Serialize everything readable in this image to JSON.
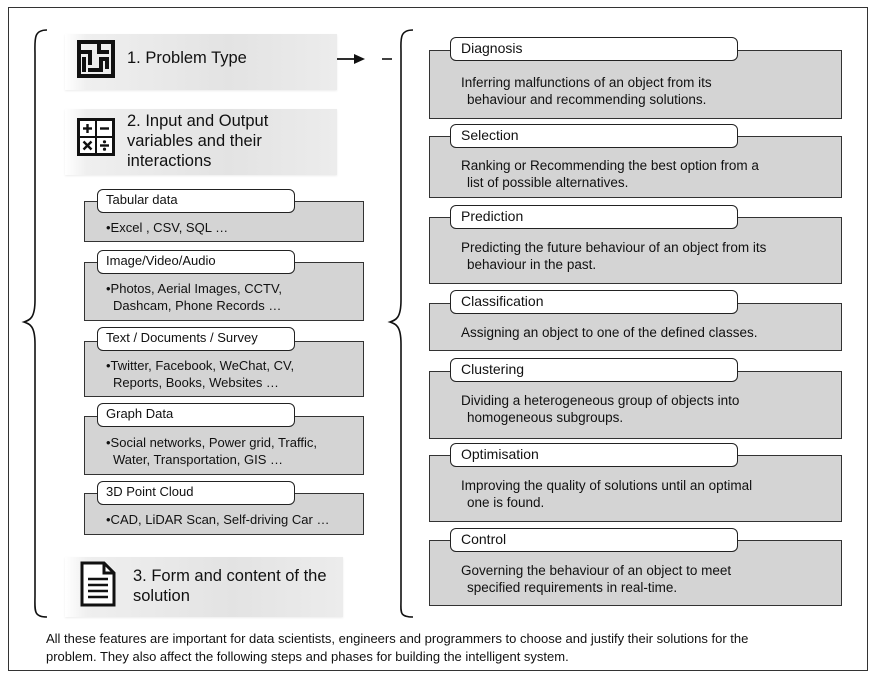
{
  "headers": {
    "problem_type": "1. Problem Type",
    "io_line1": "2. Input and Output",
    "io_line2": "variables and their",
    "io_line3": "interactions",
    "form_line1": "3. Form and content of the",
    "form_line2": "solution"
  },
  "inputs": [
    {
      "label": "Tabular data",
      "lines": [
        "•Excel , CSV, SQL …"
      ]
    },
    {
      "label": "Image/Video/Audio",
      "lines": [
        "•Photos, Aerial Images, CCTV,",
        "Dashcam, Phone Records …"
      ]
    },
    {
      "label": "Text / Documents / Survey",
      "lines": [
        "•Twitter, Facebook, WeChat, CV,",
        "Reports, Books, Websites …"
      ]
    },
    {
      "label": "Graph Data",
      "lines": [
        "•Social networks, Power grid, Traffic,",
        "Water, Transportation, GIS …"
      ]
    },
    {
      "label": "3D Point Cloud",
      "lines": [
        "•CAD, LiDAR Scan, Self-driving Car …"
      ]
    }
  ],
  "problem_types": [
    {
      "label": "Diagnosis",
      "lines": [
        "Inferring malfunctions of an object from its",
        "behaviour and recommending  solutions."
      ]
    },
    {
      "label": "Selection",
      "lines": [
        "Ranking or Recommending the best option from a",
        "list of possible alternatives."
      ]
    },
    {
      "label": "Prediction",
      "lines": [
        "Predicting the future behaviour of an object from its",
        "behaviour in the past."
      ]
    },
    {
      "label": "Classification",
      "lines": [
        "Assigning an object to one of the defined classes."
      ]
    },
    {
      "label": "Clustering",
      "lines": [
        "Dividing a heterogeneous group of objects into",
        "homogeneous subgroups."
      ]
    },
    {
      "label": "Optimisation",
      "lines": [
        "Improving the quality of solutions until an optimal",
        "one is found."
      ]
    },
    {
      "label": "Control",
      "lines": [
        "Governing the behaviour of an object to meet",
        "specified requirements in real-time."
      ]
    }
  ],
  "footer": {
    "line1": "All these features are important for data scientists, engineers and programmers to choose and justify their solutions for the",
    "line2": "problem. They also affect the following steps and phases for building the intelligent system."
  }
}
